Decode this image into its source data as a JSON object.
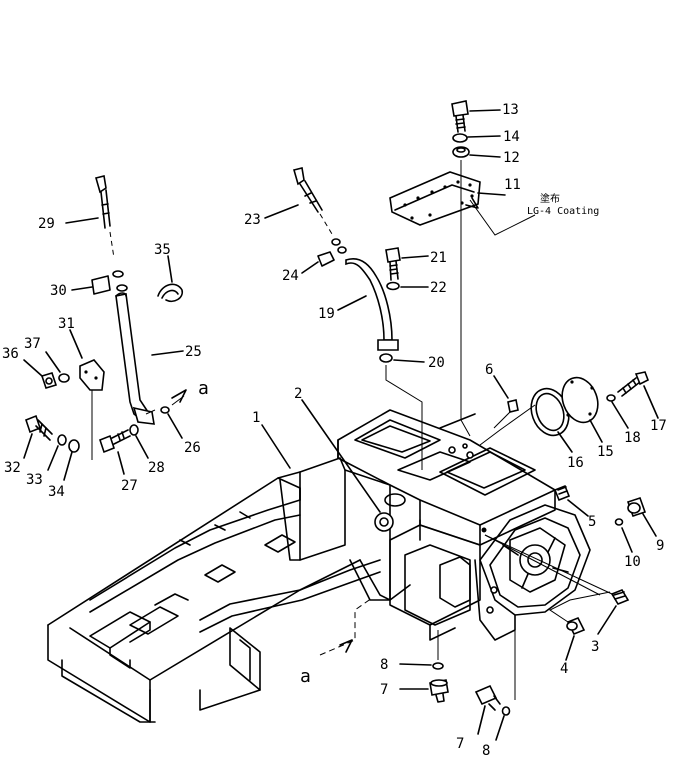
{
  "parts": [
    {
      "id": "p1",
      "label": "1"
    },
    {
      "id": "p2",
      "label": "2"
    },
    {
      "id": "p3",
      "label": "3"
    },
    {
      "id": "p4",
      "label": "4"
    },
    {
      "id": "p5",
      "label": "5"
    },
    {
      "id": "p6",
      "label": "6"
    },
    {
      "id": "p7a",
      "label": "7"
    },
    {
      "id": "p7b",
      "label": "7"
    },
    {
      "id": "p8a",
      "label": "8"
    },
    {
      "id": "p8b",
      "label": "8"
    },
    {
      "id": "p9",
      "label": "9"
    },
    {
      "id": "p10",
      "label": "10"
    },
    {
      "id": "p11",
      "label": "11"
    },
    {
      "id": "p12",
      "label": "12"
    },
    {
      "id": "p13",
      "label": "13"
    },
    {
      "id": "p14",
      "label": "14"
    },
    {
      "id": "p15",
      "label": "15"
    },
    {
      "id": "p16",
      "label": "16"
    },
    {
      "id": "p17",
      "label": "17"
    },
    {
      "id": "p18",
      "label": "18"
    },
    {
      "id": "p19",
      "label": "19"
    },
    {
      "id": "p20",
      "label": "20"
    },
    {
      "id": "p21",
      "label": "21"
    },
    {
      "id": "p22",
      "label": "22"
    },
    {
      "id": "p23",
      "label": "23"
    },
    {
      "id": "p24",
      "label": "24"
    },
    {
      "id": "p25",
      "label": "25"
    },
    {
      "id": "p26",
      "label": "26"
    },
    {
      "id": "p27",
      "label": "27"
    },
    {
      "id": "p28",
      "label": "28"
    },
    {
      "id": "p29",
      "label": "29"
    },
    {
      "id": "p30",
      "label": "30"
    },
    {
      "id": "p31",
      "label": "31"
    },
    {
      "id": "p32",
      "label": "32"
    },
    {
      "id": "p33",
      "label": "33"
    },
    {
      "id": "p34",
      "label": "34"
    },
    {
      "id": "p35",
      "label": "35"
    },
    {
      "id": "p36",
      "label": "36"
    },
    {
      "id": "p37",
      "label": "37"
    }
  ],
  "annotations": {
    "coating_kanji": "塗布",
    "coating_text": "LG-4 Coating",
    "ref_a_right": "a",
    "ref_a_bottom": "a"
  }
}
